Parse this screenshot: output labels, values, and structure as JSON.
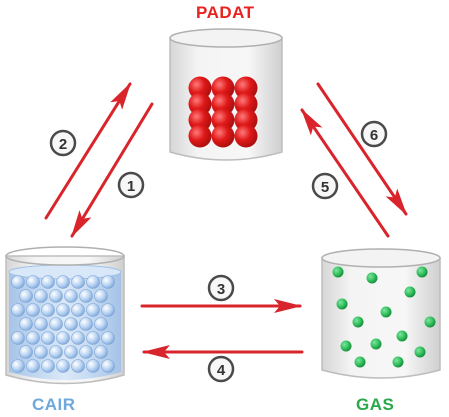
{
  "labels": {
    "solid": "PADAT",
    "liquid": "CAIR",
    "gas": "GAS"
  },
  "steps": [
    "1",
    "2",
    "3",
    "4",
    "5",
    "6"
  ],
  "colors": {
    "solid_label": "#e8221f",
    "liquid_label": "#6ea8dc",
    "gas_label": "#2aa84a",
    "arrow": "#d9242b",
    "solid_particle": "#e01818",
    "liquid_particle": "#a9c8ee",
    "gas_particle": "#2ebd5a",
    "badge_ring": "#4a4a4a"
  }
}
